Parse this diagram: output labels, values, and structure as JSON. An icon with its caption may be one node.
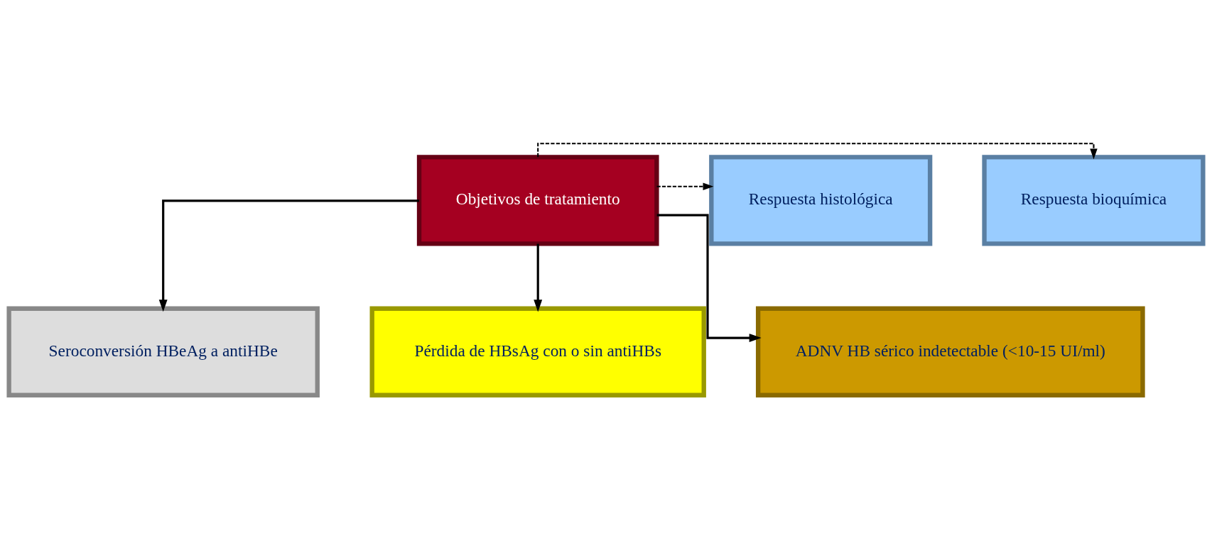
{
  "diagram": {
    "nodes": [
      {
        "text": [
          "Respuesta bioquímica"
        ]
      },
      {
        "text": [
          "Objetivos de tratamiento"
        ]
      },
      {
        "text": [
          "Respuesta histológica"
        ]
      },
      {
        "text": [
          "Seroconversión HBeAg a antiHBe"
        ]
      },
      {
        "text": [
          "Pérdida de HBsAg con o sin antiHBs"
        ]
      },
      {
        "text": [
          "ADNV HB sérico indetectable (<10-15 UI/ml)"
        ]
      }
    ],
    "edges": [
      {
        "from": 1,
        "to": 0,
        "arrow": "to",
        "style": "dashed"
      },
      {
        "from": 1,
        "to": 2,
        "arrow": "to",
        "style": "dashed"
      },
      {
        "from": 1,
        "to": 3,
        "arrow": "to"
      },
      {
        "from": 1,
        "to": 4,
        "arrow": "to"
      },
      {
        "from": 1,
        "to": 5,
        "arrow": "to"
      }
    ]
  }
}
